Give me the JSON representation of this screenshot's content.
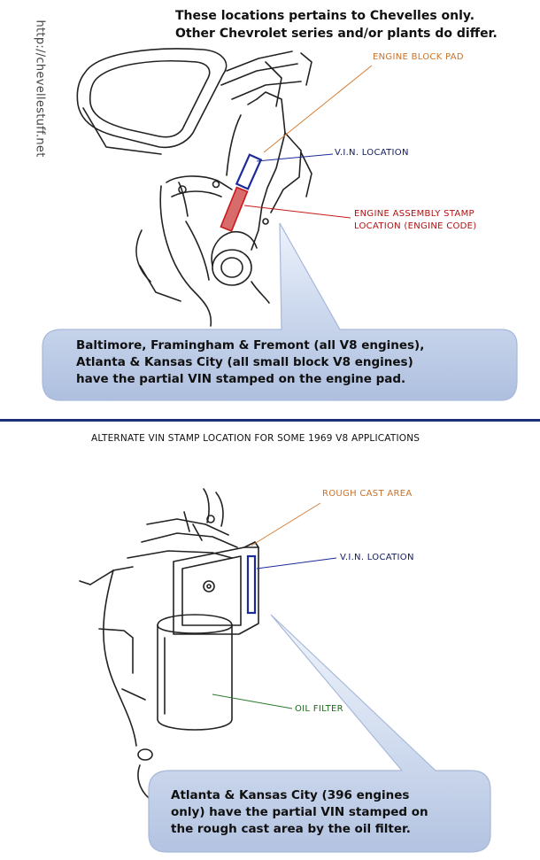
{
  "header_note": {
    "line1": "These locations pertains to Chevelles only.",
    "line2": "Other Chevrolet series and/or plants do differ."
  },
  "side_url": "http://chevellestuff.net",
  "top_diagram": {
    "labels": {
      "engine_block_pad": "ENGINE BLOCK PAD",
      "vin_location": "V.I.N. LOCATION",
      "assembly_stamp_line1": "ENGINE ASSEMBLY STAMP",
      "assembly_stamp_line2": "LOCATION (ENGINE CODE)"
    },
    "callout": {
      "line1": "Baltimore, Framingham & Fremont (all V8 engines),",
      "line2": "Atlanta & Kansas City (all small block V8 engines)",
      "line3": "have the partial VIN stamped on the engine pad."
    }
  },
  "bottom_diagram": {
    "title": "ALTERNATE VIN STAMP LOCATION FOR SOME 1969 V8 APPLICATIONS",
    "labels": {
      "rough_cast_area": "ROUGH CAST AREA",
      "vin_location": "V.I.N. LOCATION",
      "oil_filter": "OIL FILTER"
    },
    "callout": {
      "line1": "Atlanta & Kansas City (396 engines",
      "line2": "only) have the partial VIN stamped on",
      "line3": "the rough cast area by the oil filter."
    }
  },
  "colors": {
    "divider": "#1c2f7a",
    "callout_fill": "#c9d5ec",
    "vin_marker": "#1c2a9a",
    "stamp_marker": "#c81818",
    "orange_leader": "#d3803a",
    "green_leader": "#2a7a2a"
  }
}
